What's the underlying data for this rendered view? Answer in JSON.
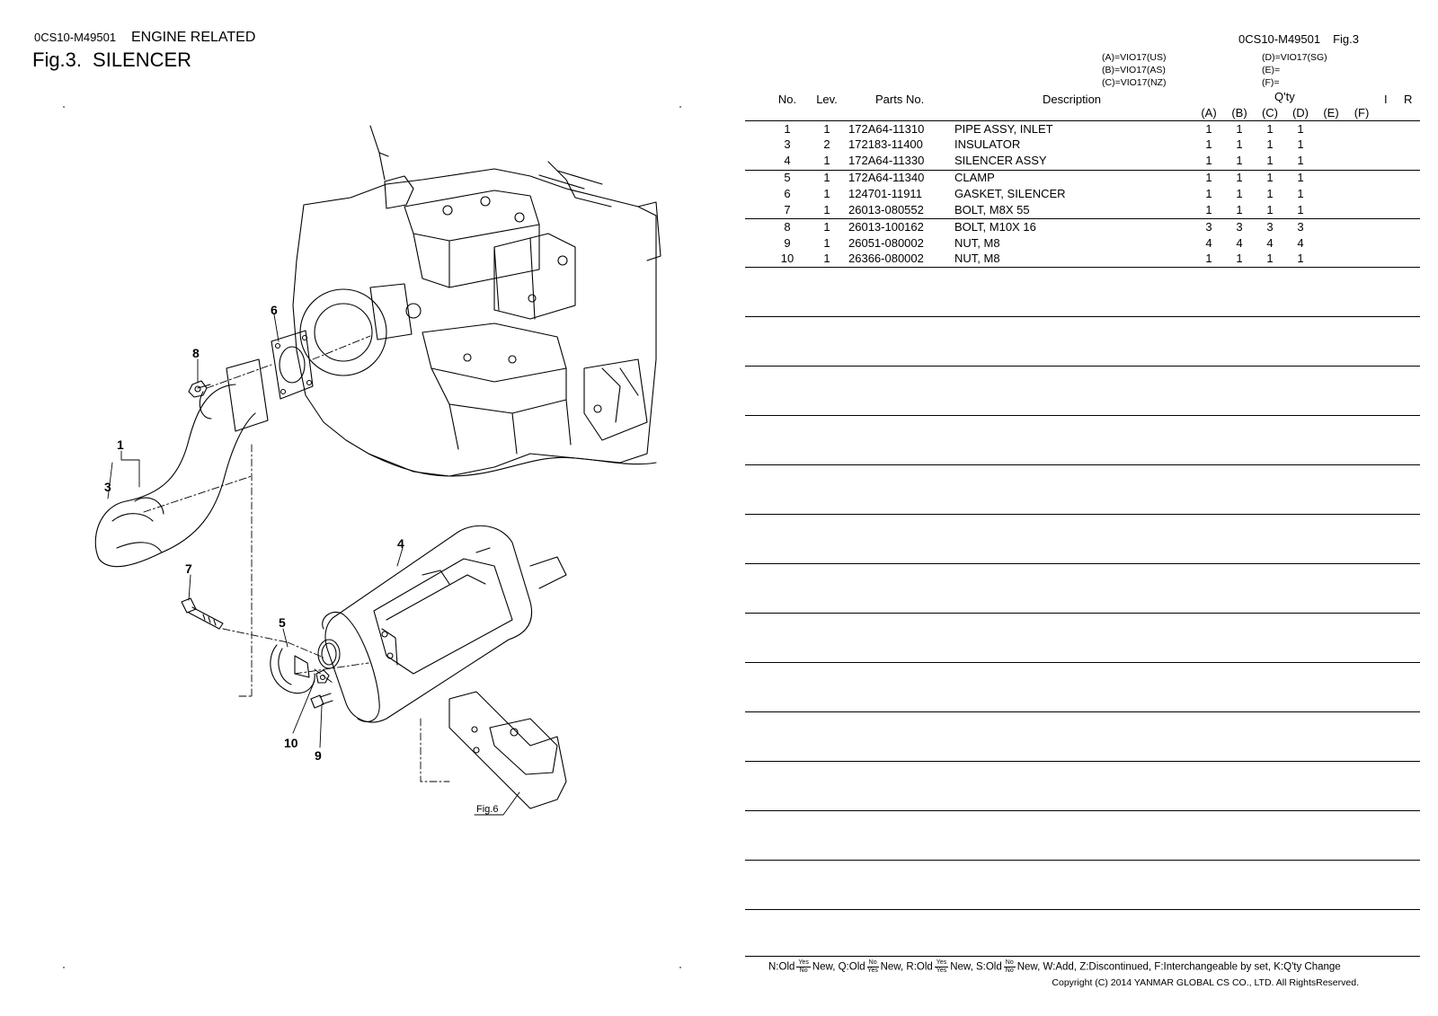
{
  "header": {
    "code": "0CS10-M49501",
    "category": "ENGINE RELATED",
    "fig_no": "Fig.3.",
    "fig_name": "SILENCER",
    "right_code": "0CS10-M49501",
    "right_fig": "Fig.3"
  },
  "models": {
    "a": "(A)=VIO17(US)",
    "b": "(B)=VIO17(AS)",
    "c": "(C)=VIO17(NZ)",
    "d": "(D)=VIO17(SG)",
    "e": "(E)=",
    "f": "(F)="
  },
  "table": {
    "headers": {
      "no": "No.",
      "lev": "Lev.",
      "parts_no": "Parts No.",
      "description": "Description",
      "qty": "Q'ty",
      "i": "I",
      "r": "R",
      "qty_cols": [
        "(A)",
        "(B)",
        "(C)",
        "(D)",
        "(E)",
        "(F)"
      ]
    },
    "rows": [
      {
        "no": "1",
        "lev": "1",
        "pn": "172A64-11310",
        "desc": "PIPE ASSY, INLET",
        "q": [
          "1",
          "1",
          "1",
          "1",
          "",
          ""
        ]
      },
      {
        "no": "3",
        "lev": "2",
        "pn": "172183-11400",
        "desc": "INSULATOR",
        "q": [
          "1",
          "1",
          "1",
          "1",
          "",
          ""
        ]
      },
      {
        "no": "4",
        "lev": "1",
        "pn": "172A64-11330",
        "desc": "SILENCER ASSY",
        "q": [
          "1",
          "1",
          "1",
          "1",
          "",
          ""
        ]
      },
      {
        "no": "5",
        "lev": "1",
        "pn": "172A64-11340",
        "desc": "CLAMP",
        "q": [
          "1",
          "1",
          "1",
          "1",
          "",
          ""
        ]
      },
      {
        "no": "6",
        "lev": "1",
        "pn": "124701-11911",
        "desc": "GASKET, SILENCER",
        "q": [
          "1",
          "1",
          "1",
          "1",
          "",
          ""
        ]
      },
      {
        "no": "7",
        "lev": "1",
        "pn": "26013-080552",
        "desc": "BOLT, M8X 55",
        "q": [
          "1",
          "1",
          "1",
          "1",
          "",
          ""
        ]
      },
      {
        "no": "8",
        "lev": "1",
        "pn": "26013-100162",
        "desc": "BOLT, M10X 16",
        "q": [
          "3",
          "3",
          "3",
          "3",
          "",
          ""
        ]
      },
      {
        "no": "9",
        "lev": "1",
        "pn": "26051-080002",
        "desc": "NUT, M8",
        "q": [
          "4",
          "4",
          "4",
          "4",
          "",
          ""
        ]
      },
      {
        "no": "10",
        "lev": "1",
        "pn": "26366-080002",
        "desc": "NUT, M8",
        "q": [
          "1",
          "1",
          "1",
          "1",
          "",
          ""
        ]
      }
    ]
  },
  "diagram": {
    "callouts": [
      "1",
      "3",
      "4",
      "5",
      "6",
      "7",
      "8",
      "9",
      "10"
    ],
    "fig_ref": "Fig.6"
  },
  "legend": {
    "n_old": "N:Old",
    "n_new": "New,",
    "q_old": "Q:Old",
    "q_new": "New,",
    "r_old": "R:Old",
    "r_new": "New,",
    "s_old": "S:Old",
    "s_new": "New,",
    "rest": "W:Add, Z:Discontinued, F:Interchangeable by set, K:Q'ty Change",
    "yes": "Yes",
    "no": "No"
  },
  "copyright": "Copyright (C) 2014 YANMAR GLOBAL CS CO., LTD. All RightsReserved."
}
